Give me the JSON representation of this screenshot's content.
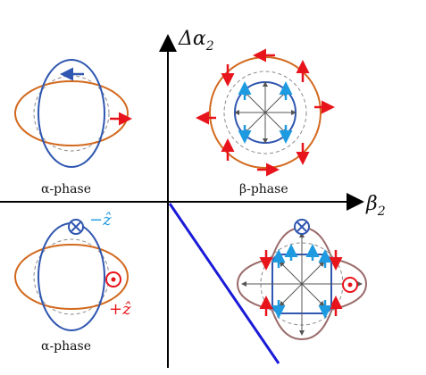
{
  "axes": {
    "y_label": "Δα",
    "y_sub": "2",
    "x_label": "β",
    "x_sub": "2"
  },
  "panels": {
    "top_left": {
      "label": "α-phase"
    },
    "top_right": {
      "label": "β-phase"
    },
    "bottom_left": {
      "label": "α-phase",
      "minus_z": "−ẑ",
      "plus_z": "+ẑ"
    },
    "bottom_right": {}
  },
  "colors": {
    "orange": "#d2691e",
    "blue": "#2f56b0",
    "red": "#e8141b",
    "cyan": "#1e9ae0",
    "mauve": "#9a6a6a",
    "line": "#1a1ad8",
    "dashed": "#8a8a8a"
  }
}
